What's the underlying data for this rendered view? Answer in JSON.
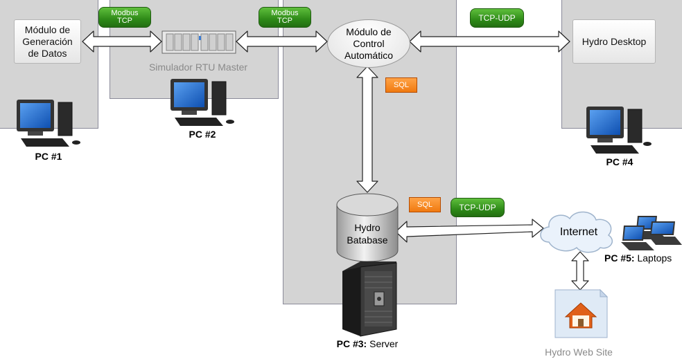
{
  "nodes": {
    "generator": "Módulo de Generación de Datos",
    "generator_lines": [
      "Módulo de",
      "Generación",
      "de Datos"
    ],
    "rtu_simulator": "Simulador RTU Master",
    "control_lines": [
      "Módulo de",
      "Control",
      "Automático"
    ],
    "desktop": "Hydro Desktop",
    "database_lines": [
      "Hydro",
      "Batabase"
    ],
    "internet": "Internet",
    "website": "Hydro Web Site"
  },
  "protocols": {
    "modbus_1": [
      "Modbus",
      "TCP"
    ],
    "modbus_2": [
      "Modbus",
      "TCP"
    ],
    "tcp_udp_1": "TCP-UDP",
    "tcp_udp_2": "TCP-UDP",
    "sql_1": "SQL",
    "sql_2": "SQL"
  },
  "computers": {
    "pc1": {
      "id": "PC #1",
      "role": ""
    },
    "pc2": {
      "id": "PC #2",
      "role": ""
    },
    "pc3": {
      "id": "PC #3:",
      "role": "Server"
    },
    "pc4": {
      "id": "PC #4",
      "role": ""
    },
    "pc5": {
      "id": "PC #5:",
      "role": "Laptops"
    }
  },
  "colors": {
    "panel": "#d4d4d4",
    "protocol_green": "#2e8a18",
    "sql_orange": "#f07a10",
    "monitor_blue": "#1560c8"
  },
  "icons": [
    "desktop-pc-icon",
    "rtu-rack-icon",
    "server-tower-icon",
    "laptop-icon",
    "cloud-icon",
    "web-page-icon",
    "database-icon"
  ]
}
